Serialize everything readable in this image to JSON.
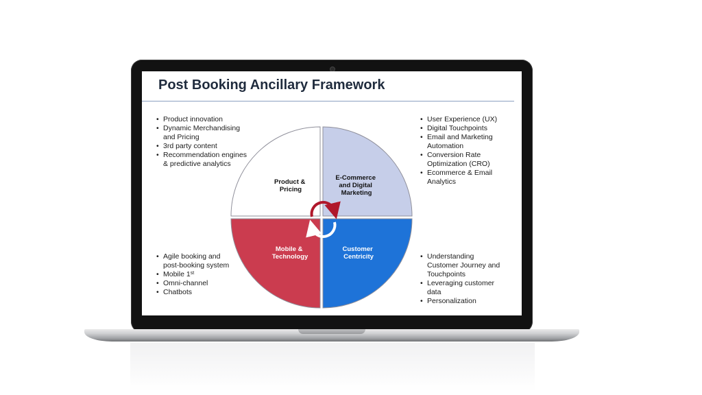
{
  "title": "Post Booking Ancillary Framework",
  "quadrants": {
    "top_left": {
      "line1": "Product &",
      "line2": "Pricing",
      "fill": "#ffffff",
      "text_color": "#111111"
    },
    "top_right": {
      "line1": "E-Commerce",
      "line2": "and Digital",
      "line3": "Marketing",
      "fill": "#c6cee9",
      "text_color": "#111111"
    },
    "bottom_left": {
      "line1": "Mobile &",
      "line2": "Technology",
      "fill": "#cb3c4f",
      "text_color": "#ffffff"
    },
    "bottom_right": {
      "line1": "Customer",
      "line2": "Centricity",
      "fill": "#1e73d8",
      "text_color": "#ffffff"
    }
  },
  "lists": {
    "top_left": [
      "Product innovation",
      "Dynamic Merchandising",
      "and Pricing",
      "3rd party content",
      "Recommendation engines",
      "& predictive analytics"
    ],
    "top_right": [
      "User Experience (UX)",
      "Digital Touchpoints",
      "Email and Marketing",
      "Automation",
      "Conversion Rate",
      "Optimization (CRO)",
      "Ecommerce & Email",
      "Analytics"
    ],
    "bottom_left": [
      "Agile booking and",
      "post-booking system",
      "Mobile 1",
      "st",
      "Omni-channel",
      "Chatbots"
    ],
    "bottom_right": [
      "Understanding",
      "Customer Journey and",
      "Touchpoints",
      "Leveraging customer",
      "data",
      "Personalization"
    ]
  },
  "colors": {
    "arrow_red": "#b0182b",
    "arrow_white": "#ffffff",
    "title": "#1f2b3d",
    "rule": "#8aa0c0"
  }
}
